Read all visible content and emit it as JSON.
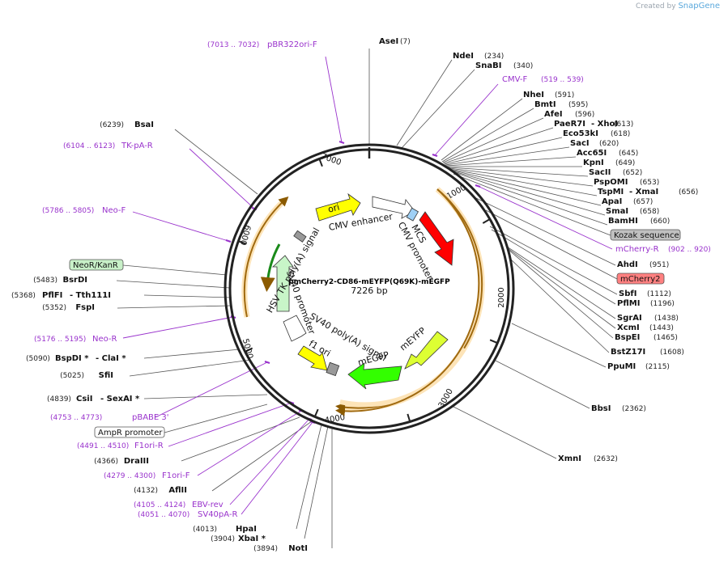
{
  "credit": {
    "prefix": "Created by",
    "brand": "SnapGene"
  },
  "plasmid": {
    "name": "pmCherry2-CD86-mEYFP(Q69K)-mEGFP",
    "size": "7226 bp"
  },
  "ticks": [
    "1000",
    "2000",
    "3000",
    "4000",
    "5000",
    "6000",
    "7000"
  ],
  "enzymes": [
    {
      "name": "AseI",
      "pos": "(7)"
    },
    {
      "name": "NdeI",
      "pos": "(234)"
    },
    {
      "name": "SnaBI",
      "pos": "(340)"
    },
    {
      "name": "NheI",
      "pos": "(591)"
    },
    {
      "name": "BmtI",
      "pos": "(595)"
    },
    {
      "name": "AfeI",
      "pos": "(596)"
    },
    {
      "name": "PaeR7I",
      "pos": "- XhoI",
      "pos2": "(613)"
    },
    {
      "name": "Eco53kI",
      "pos": "(618)"
    },
    {
      "name": "SacI",
      "pos": "(620)"
    },
    {
      "name": "Acc65I",
      "pos": "(645)"
    },
    {
      "name": "KpnI",
      "pos": "(649)"
    },
    {
      "name": "SacII",
      "pos": "(652)"
    },
    {
      "name": "PspOMI",
      "pos": "(653)"
    },
    {
      "name": "TspMI",
      "pos": "- XmaI",
      "pos2": "(656)"
    },
    {
      "name": "ApaI",
      "pos": "(657)"
    },
    {
      "name": "SmaI",
      "pos": "(658)"
    },
    {
      "name": "BamHI",
      "pos": "(660)"
    },
    {
      "name": "AhdI",
      "pos": "(951)"
    },
    {
      "name": "SbfI",
      "pos": "(1112)"
    },
    {
      "name": "PflMI",
      "pos": "(1196)"
    },
    {
      "name": "SgrAI",
      "pos": "(1438)"
    },
    {
      "name": "XcmI",
      "pos": "(1443)"
    },
    {
      "name": "BspEI",
      "pos": "(1465)"
    },
    {
      "name": "BstZ17I",
      "pos": "(1608)"
    },
    {
      "name": "PpuMI",
      "pos": "(2115)"
    },
    {
      "name": "BbsI",
      "pos": "(2362)"
    },
    {
      "name": "XmnI",
      "pos": "(2632)"
    },
    {
      "name": "NotI",
      "pos": "(3894)"
    },
    {
      "name": "XbaI *",
      "pos": "(3904)"
    },
    {
      "name": "HpaI",
      "pos": "(4013)"
    },
    {
      "name": "AflII",
      "pos": "(4132)"
    },
    {
      "name": "DraIII",
      "pos": "(4366)"
    },
    {
      "name": "SfiI",
      "pos": "(5025)"
    },
    {
      "name": "FspI",
      "pos": "(5352)"
    },
    {
      "name": "BsrDI",
      "pos": "(5483)"
    },
    {
      "name": "BsaI",
      "pos": "(6239)"
    }
  ],
  "compound_left": [
    {
      "pos": "(4839)",
      "a": "CsiI",
      "b": "- SexAI *"
    },
    {
      "pos": "(5090)",
      "a": "BspDI *",
      "b": "- ClaI *"
    },
    {
      "pos": "(5368)",
      "a": "PflFI",
      "b": "- Tth111I"
    }
  ],
  "primers": [
    {
      "name": "pBR322ori-F",
      "pos": "(7013 .. 7032)"
    },
    {
      "name": "CMV-F",
      "pos": "(519 .. 539)"
    },
    {
      "name": "mCherry-R",
      "pos": "(902 .. 920)"
    },
    {
      "name": "TK-pA-R",
      "pos": "(6104 .. 6123)"
    },
    {
      "name": "Neo-F",
      "pos": "(5786 .. 5805)"
    },
    {
      "name": "Neo-R",
      "pos": "(5176 .. 5195)"
    },
    {
      "name": "pBABE 3'",
      "pos": "(4753 .. 4773)"
    },
    {
      "name": "F1ori-R",
      "pos": "(4491 .. 4510)"
    },
    {
      "name": "F1ori-F",
      "pos": "(4279 .. 4300)"
    },
    {
      "name": "EBV-rev",
      "pos": "(4105 .. 4124)"
    },
    {
      "name": "SV40pA-R",
      "pos": "(4051 .. 4070)"
    }
  ],
  "boxed_features": [
    {
      "name": "Kozak sequence",
      "fill": "#c0c0c0"
    },
    {
      "name": "mCherry2",
      "fill": "#ff8080"
    },
    {
      "name": "NeoR/KanR",
      "fill": "#c8f0c8"
    },
    {
      "name": "AmpR promoter",
      "fill": "#ffffff"
    }
  ],
  "inner_labels": [
    "ori",
    "CMV enhancer",
    "MCS",
    "CMV promoter",
    "HSV TK poly(A) signal",
    "SV40 promoter",
    "SV40 poly(A) signal",
    "f1 ori",
    "mEGFP",
    "mEYFP"
  ],
  "colors": {
    "primer": "#9932cc",
    "orf": "#e8a33c",
    "ori": "#ffff00",
    "mcherry": "#ff0000",
    "egfp": "#33ff00",
    "eyfp": "#ddff33",
    "neo": "#c8f5c8"
  }
}
